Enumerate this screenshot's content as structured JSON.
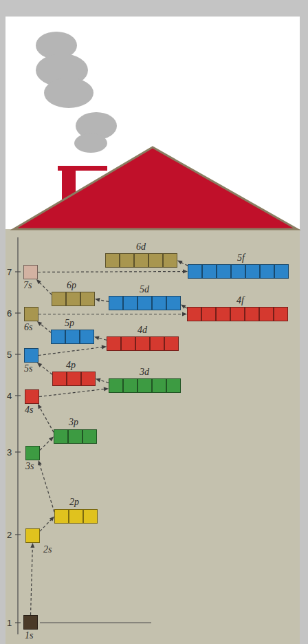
{
  "diagram": {
    "nodes": [
      {
        "text": [
          "1s"
        ]
      },
      {
        "text": [
          "2s"
        ]
      },
      {
        "text": [
          "2p"
        ]
      },
      {
        "text": [
          "3s"
        ]
      },
      {
        "text": [
          "3p"
        ]
      },
      {
        "text": [
          "4s"
        ]
      },
      {
        "text": [
          "4p"
        ]
      },
      {
        "text": [
          "3d"
        ]
      },
      {
        "text": [
          "5s"
        ]
      },
      {
        "text": [
          "5p"
        ]
      },
      {
        "text": [
          "4d"
        ]
      },
      {
        "text": [
          "6s"
        ]
      },
      {
        "text": [
          "6p"
        ]
      },
      {
        "text": [
          "5d"
        ]
      },
      {
        "text": [
          "4f"
        ]
      },
      {
        "text": [
          "7s"
        ]
      },
      {
        "text": [
          "5f"
        ]
      },
      {
        "text": [
          "6d"
        ]
      }
    ],
    "edges": [
      {
        "from": 0,
        "to": 1,
        "arrow": "to"
      },
      {
        "from": 1,
        "to": 2,
        "arrow": "to"
      },
      {
        "from": 2,
        "to": 3,
        "arrow": "to"
      },
      {
        "from": 3,
        "to": 4,
        "arrow": "to"
      },
      {
        "from": 4,
        "to": 5,
        "arrow": "to"
      },
      {
        "from": 5,
        "to": 7,
        "arrow": "to"
      },
      {
        "from": 7,
        "to": 6,
        "arrow": "to"
      },
      {
        "from": 6,
        "to": 8,
        "arrow": "to"
      },
      {
        "from": 8,
        "to": 10,
        "arrow": "to"
      },
      {
        "from": 10,
        "to": 9,
        "arrow": "to"
      },
      {
        "from": 9,
        "to": 11,
        "arrow": "to"
      },
      {
        "from": 11,
        "to": 14,
        "arrow": "to"
      },
      {
        "from": 14,
        "to": 13,
        "arrow": "to"
      },
      {
        "from": 13,
        "to": 12,
        "arrow": "to"
      },
      {
        "from": 12,
        "to": 15,
        "arrow": "to"
      },
      {
        "from": 15,
        "to": 16,
        "arrow": "to"
      },
      {
        "from": 16,
        "to": 17,
        "arrow": "to"
      }
    ],
    "labels": [
      "7",
      "6",
      "5",
      "4",
      "3",
      "2",
      "1"
    ]
  }
}
